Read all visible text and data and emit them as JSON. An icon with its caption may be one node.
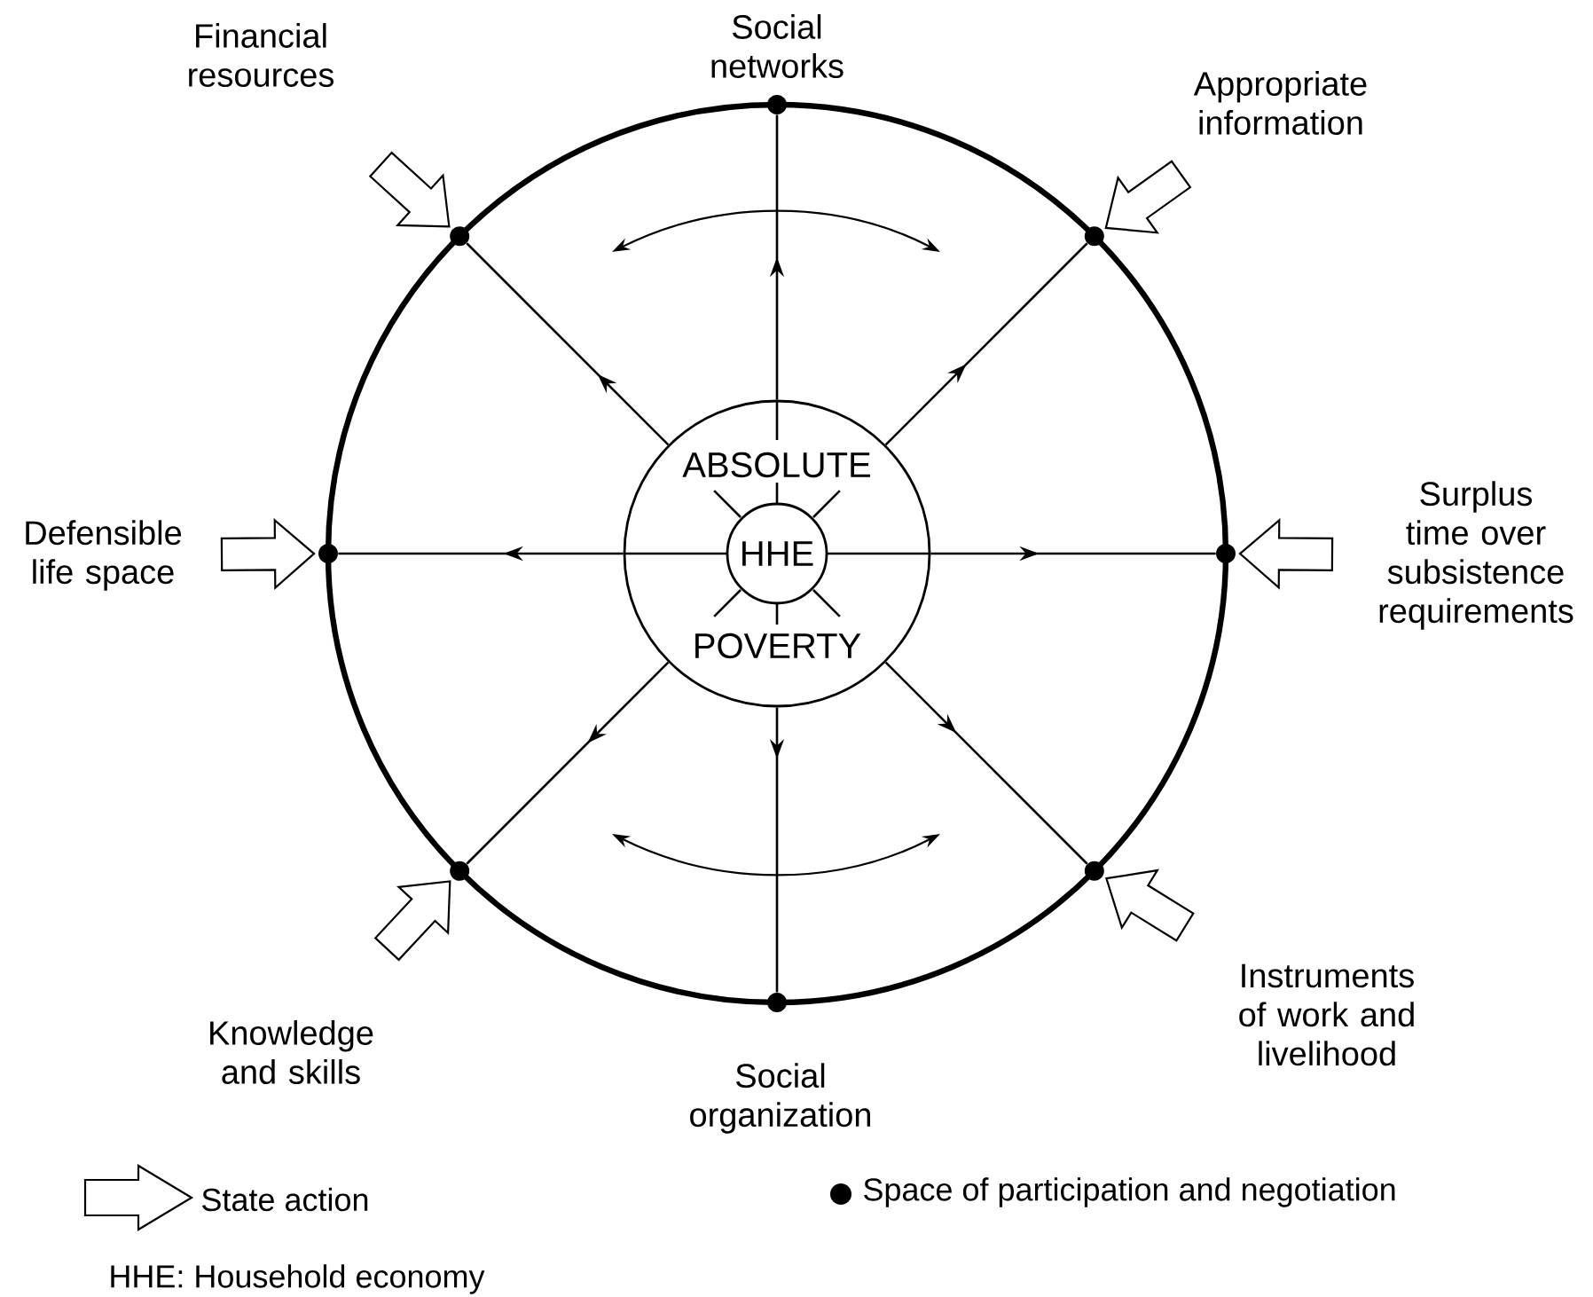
{
  "diagram": {
    "nodes": [
      {
        "text": [],
        "shape": "circle"
      },
      {
        "text": [
          "ABSOLUTE",
          "POVERTY"
        ],
        "in": 0
      },
      {
        "text": [
          "HHE"
        ],
        "in": 1
      },
      {
        "text": [],
        "shape": "circle",
        "beside": [
          "Social networks"
        ]
      },
      {
        "text": [],
        "shape": "circle"
      },
      {
        "text": [],
        "shape": "circle"
      },
      {
        "text": [],
        "shape": "circle"
      },
      {
        "text": [],
        "shape": "circle"
      },
      {
        "text": [],
        "shape": "circle"
      },
      {
        "text": [],
        "shape": "circle"
      },
      {
        "text": [],
        "shape": "circle",
        "beside": [
          "Social organization"
        ]
      },
      {
        "text": [
          "Financial resources"
        ]
      },
      {
        "text": [
          "Appropriate information"
        ]
      },
      {
        "text": [
          "Defensible life space"
        ]
      },
      {
        "text": [
          "Surplus time over subsistence requirements"
        ]
      },
      {
        "text": [
          "Knowledge and skills"
        ]
      },
      {
        "text": [
          "Instruments of work and livelihood"
        ]
      }
    ],
    "edges": [
      {
        "from": 1,
        "to": 3,
        "arrow": "to"
      },
      {
        "from": 1,
        "to": 4,
        "arrow": "to"
      },
      {
        "from": 1,
        "to": 5,
        "arrow": "to"
      },
      {
        "from": 1,
        "to": 6,
        "arrow": "to"
      },
      {
        "from": 1,
        "to": 7,
        "arrow": "to"
      },
      {
        "from": 1,
        "to": 8,
        "arrow": "to"
      },
      {
        "from": 1,
        "to": 9,
        "arrow": "to"
      },
      {
        "from": 1,
        "to": 10,
        "arrow": "to"
      },
      {
        "from": 11,
        "to": 4,
        "arrow": "to"
      },
      {
        "from": 12,
        "to": 5,
        "arrow": "to"
      },
      {
        "from": 13,
        "to": 6,
        "arrow": "to"
      },
      {
        "from": 14,
        "to": 7,
        "arrow": "to"
      },
      {
        "from": 15,
        "to": 8,
        "arrow": "to"
      },
      {
        "from": 16,
        "to": 9,
        "arrow": "to"
      }
    ],
    "labels": [
      "HHE: Household economy"
    ],
    "legend": [
      {
        "text": "State action"
      },
      {
        "text": "Space of participation and negotiation"
      }
    ]
  }
}
